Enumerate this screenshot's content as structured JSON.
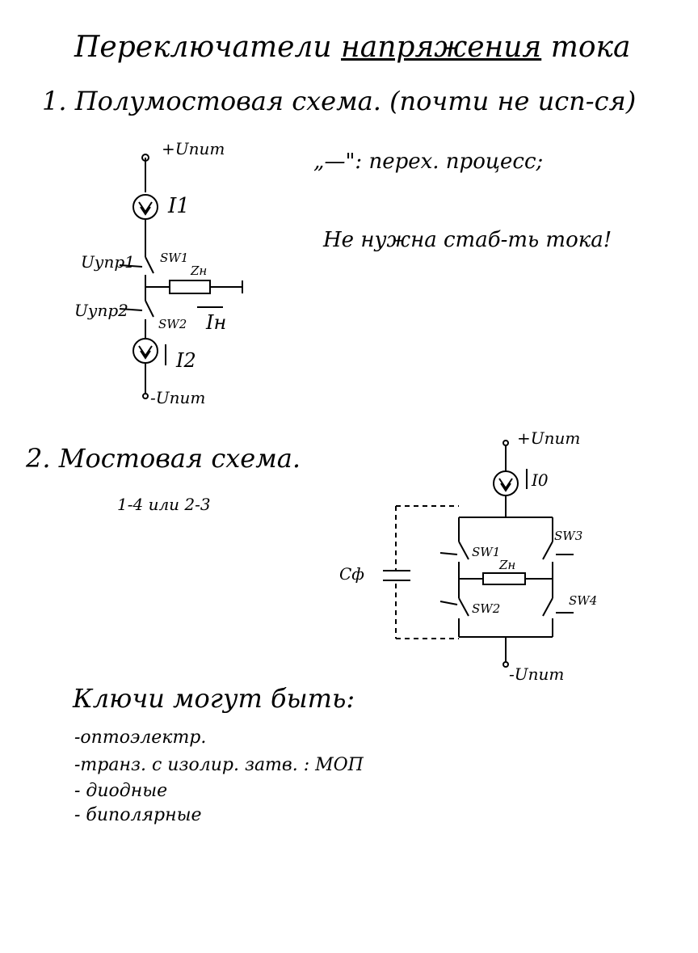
{
  "title": {
    "word1": "Переключатели",
    "word2": "напряжения",
    "word3": "тока"
  },
  "section1": {
    "heading": "1. Полумостовая схема. (почти не исп-ся)",
    "note1": "„—\": перех. процесс;",
    "note2": "Не нужна стаб-ть тока!",
    "circuit": {
      "vplus": "+Uпит",
      "i1": "I1",
      "uupr1": "Uупр1",
      "sw1": "SW1",
      "zn": "Zн",
      "uupr2": "Uупр2",
      "sw2": "SW2",
      "in": "Iн",
      "i2": "I2",
      "vminus": "-Uпит"
    }
  },
  "section2": {
    "heading": "2. Мостовая схема.",
    "note": "1-4 или 2-3",
    "circuit": {
      "vplus": "+Uпит",
      "i0": "I0",
      "sw1": "SW1",
      "sw3": "SW3",
      "zn": "Zн",
      "cf": "Cф",
      "sw2": "SW2",
      "sw4": "SW4",
      "vminus": "-Uпит"
    }
  },
  "keys": {
    "heading": "Ключи могут быть:",
    "items": [
      "-оптоэлектр.",
      "-транз. с изолир. затв. : МОП",
      "- диодные",
      "- биполярные"
    ]
  }
}
